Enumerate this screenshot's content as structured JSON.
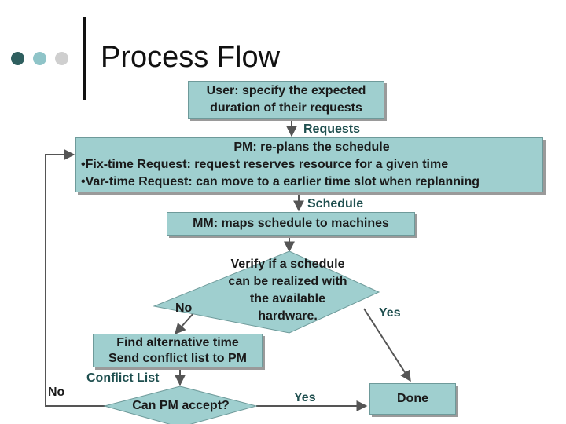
{
  "slide": {
    "title": "Process Flow",
    "dot_colors": [
      "#2f5f5f",
      "#8fc4c8",
      "#cfcfcf"
    ]
  },
  "nodes": {
    "user": {
      "lines": [
        "User: specify the expected",
        "duration of their requests"
      ]
    },
    "pm": {
      "lines": [
        "PM: re-plans the schedule",
        "•Fix-time Request: request reserves resource for a given time",
        "•Var-time Request: can move to a earlier time slot when replanning"
      ]
    },
    "mm": {
      "lines": [
        "MM: maps schedule to machines"
      ]
    },
    "verify": {
      "lines": [
        "Verify if a schedule",
        "can be realized with",
        "the available",
        "hardware."
      ]
    },
    "find_alt": {
      "lines": [
        "Find alternative time",
        "Send conflict list to PM"
      ]
    },
    "pm_accept": {
      "lines": [
        "Can PM accept?"
      ]
    },
    "done": {
      "lines": [
        "Done"
      ]
    }
  },
  "edge_labels": {
    "requests": "Requests",
    "schedule": "Schedule",
    "verify_no": "No",
    "verify_yes": "Yes",
    "conflict_list": "Conflict List",
    "accept_no": "No",
    "accept_yes": "Yes"
  },
  "colors": {
    "box_fill": "#9fcfcf",
    "box_border": "#6e9a9a",
    "shadow": "#9a9a9a",
    "edge_label": "#1f4f4f",
    "line": "#555555"
  }
}
